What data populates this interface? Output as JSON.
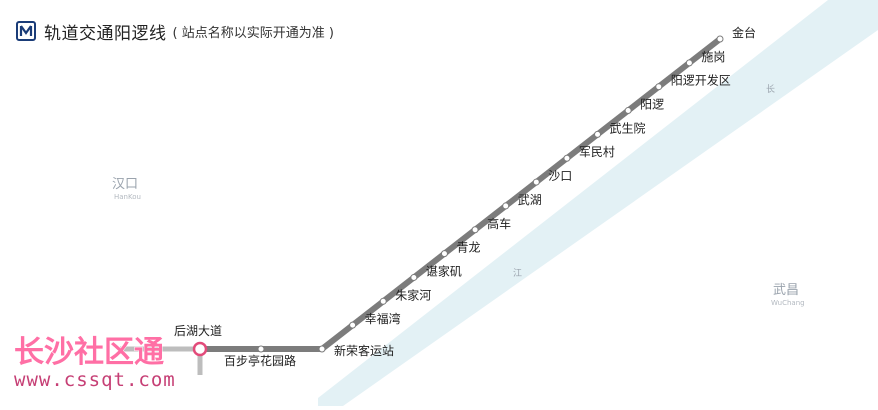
{
  "header": {
    "title": "轨道交通阳逻线",
    "subtitle": "( 站点名称以实际开通为准 )",
    "logo_icon": "metro-logo-icon"
  },
  "map": {
    "areas": [
      {
        "name": "汉口",
        "name_en": "HanKou"
      },
      {
        "name": "武昌",
        "name_en": "WuChang"
      }
    ],
    "river_labels": [
      "长",
      "江"
    ],
    "line_color": "#7c7c7c",
    "river_color": "#e3f1f5",
    "stations": [
      {
        "name": "后湖大道",
        "transfer": true
      },
      {
        "name": "百步亭花园路"
      },
      {
        "name": "新荣客运站"
      },
      {
        "name": "幸福湾"
      },
      {
        "name": "朱家河"
      },
      {
        "name": "谌家矶"
      },
      {
        "name": "青龙"
      },
      {
        "name": "高车"
      },
      {
        "name": "武湖"
      },
      {
        "name": "沙口"
      },
      {
        "name": "军民村"
      },
      {
        "name": "武生院"
      },
      {
        "name": "阳逻"
      },
      {
        "name": "阳逻开发区"
      },
      {
        "name": "施岗"
      },
      {
        "name": "金台"
      }
    ]
  },
  "watermark": {
    "brand": "长沙社区通",
    "url": "www.cssqt.com",
    "color": "#ff6fa5"
  }
}
